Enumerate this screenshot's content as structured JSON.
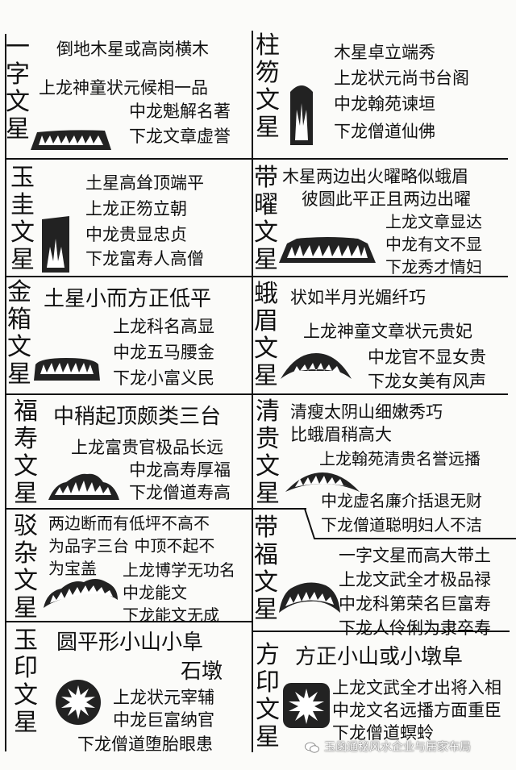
{
  "cells": [
    {
      "id": "yizi",
      "title": "一字文星",
      "lines": [
        "倒地木星或高岗横木",
        "上龙神童状元候相一品",
        "中龙魁解名著",
        "下龙文章虚誉"
      ]
    },
    {
      "id": "zhuhu",
      "title": "柱笏文星",
      "lines": [
        "木星卓立端秀",
        "上龙状元尚书台阁",
        "中龙翰苑谏垣",
        "下龙僧道仙佛"
      ]
    },
    {
      "id": "yugui",
      "title": "玉圭文星",
      "lines": [
        "土星高耸顶端平",
        "上龙正笏立朝",
        "中龙贵显忠贞",
        "下龙富寿人高僧"
      ]
    },
    {
      "id": "daiyao",
      "title": "带曜文星",
      "lines": [
        "木星两边出火曜略似蛾眉",
        "彼圆此平正且两边出曜",
        "上龙文章显达",
        "中龙有文不显",
        "下龙秀才情妇"
      ]
    },
    {
      "id": "jinxiang",
      "title": "金箱文星",
      "lines": [
        "土星小而方正低平",
        "上龙科名高显",
        "中龙五马腰金",
        "下龙小富义民"
      ]
    },
    {
      "id": "emei",
      "title": "蛾眉文星",
      "lines": [
        "状如半月光媚纤巧",
        "上龙神童文章状元贵妃",
        "中龙官不显女贵",
        "下龙女美有风声"
      ]
    },
    {
      "id": "fushou",
      "title": "福寿文星",
      "lines": [
        "中稍起顶颇类三台",
        "上龙富贵官极品长远",
        "中龙高寿厚福",
        "下龙僧道寿高"
      ]
    },
    {
      "id": "qinggui",
      "title": "清贵文星",
      "lines": [
        "清瘦太阴山细嫩秀巧",
        "比蛾眉稍高大",
        "上龙翰苑清贵名誉远播",
        "中龙虚名廉介括退无财",
        "下龙僧道聪明妇人不洁"
      ]
    },
    {
      "id": "bozha",
      "title": "驳杂文星",
      "lines": [
        "两边断而有低坪不高不",
        "为品字三台 中顶不起不",
        "为宝盖",
        "上龙博学无功名",
        "中龙能文",
        "下龙能文无成"
      ]
    },
    {
      "id": "daifu",
      "title": "带福文星",
      "lines": [
        "一字文星而高大带土",
        "上龙文武全才极品禄",
        "中龙科第荣名巨富寿",
        "下龙人伶俐为隶卒寿"
      ]
    },
    {
      "id": "yuyin",
      "title": "玉印文星",
      "lines": [
        "圆平形小山小阜",
        "石墩",
        "上龙状元宰辅",
        "中龙巨富纳官",
        "下龙僧道堕胎眼患"
      ]
    },
    {
      "id": "fangyin",
      "title": "方印文星",
      "lines": [
        "方正小山或小墩阜",
        "上龙文武全才出将入相",
        "中龙文名远播方面重臣",
        "下龙僧道螟蛉"
      ]
    }
  ],
  "watermark": {
    "icon": "wechat-icon",
    "text": "玉函通秘风水企业与居家布局"
  }
}
